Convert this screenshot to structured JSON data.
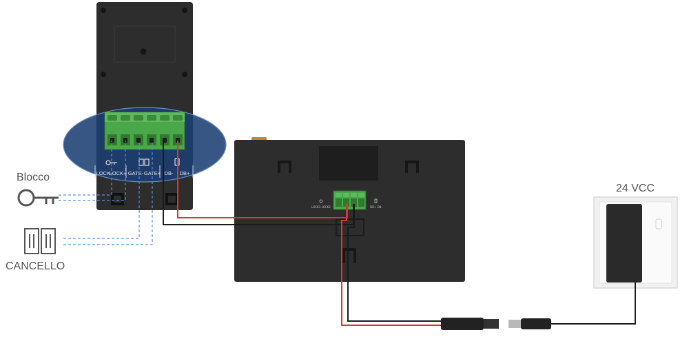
{
  "labels": {
    "lock_title": "Blocco",
    "gate_title": "CANCELLO",
    "power_title": "24 VCC"
  },
  "terminals": {
    "lock_minus": "LOCK-",
    "lock_plus": "LOCK+",
    "gate_minus": "GATE-",
    "gate_plus": "GATE+",
    "db_minus": "DB-",
    "db_plus": "DB+"
  },
  "monitor_terminals": {
    "left": "LOCK1 LOCK2",
    "right": "DB+ DB-"
  },
  "icons": {
    "lock": "key-icon",
    "gate": "gate-icon",
    "power": "power-adapter-icon",
    "lock_terminal": "key-small-icon",
    "gate_terminal": "gate-small-icon",
    "db_terminal": "doorbell-small-icon"
  },
  "colors": {
    "wire_red": "#d9382f",
    "wire_black": "#1a1a1a",
    "dashed_wire": "#5b8fd6",
    "terminal_green": "#4aa84a",
    "device_body": "#2c2c2c",
    "highlight_fill": "#1c3f73"
  }
}
